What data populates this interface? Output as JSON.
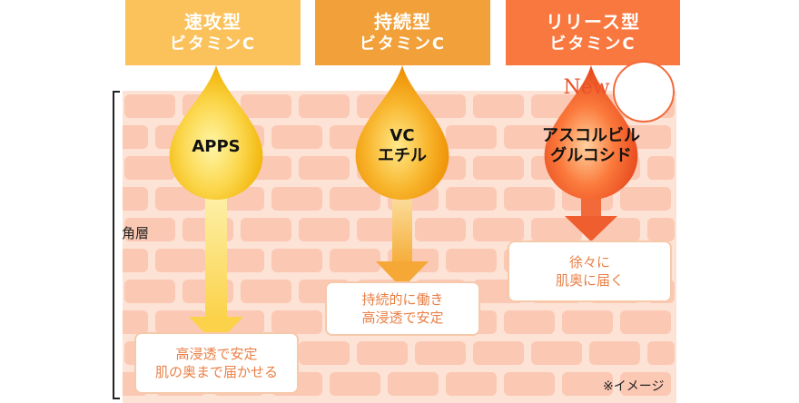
{
  "headers": [
    {
      "line1": "速攻型",
      "line2": "ビタミンC",
      "color": "#fbc15b"
    },
    {
      "line1": "持続型",
      "line2": "ビタミンC",
      "color": "#f2a039"
    },
    {
      "line1": "リリース型",
      "line2": "ビタミンC",
      "color": "#f9783f"
    }
  ],
  "drops": [
    {
      "line1": "APPS",
      "line2": ""
    },
    {
      "line1": "VC",
      "line2": "エチル"
    },
    {
      "line1": "アスコルビル",
      "line2": "グルコシド"
    }
  ],
  "boxes": [
    {
      "line1": "高浸透で安定",
      "line2": "肌の奥まで届かせる"
    },
    {
      "line1": "持続的に働き",
      "line2": "高浸透で安定"
    },
    {
      "line1": "徐々に",
      "line2": "肌奥に届く"
    }
  ],
  "badge": "New",
  "layer_label": "角層",
  "note": "※イメージ",
  "colors": {
    "skin_bg": "#fde2d6",
    "brick": "#fbc8b3",
    "box_border": "#f6c9ab",
    "box_text": "#e97f45"
  }
}
